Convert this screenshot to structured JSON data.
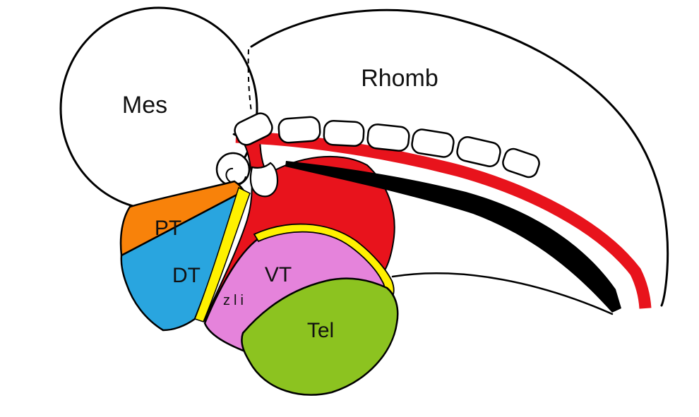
{
  "diagram": {
    "background_color": "#ffffff",
    "outline_color": "#000000",
    "regions": [
      {
        "id": "mes",
        "label": "Mes",
        "fill": "#ffffff"
      },
      {
        "id": "rhomb",
        "label": "Rhomb",
        "fill": "#ffffff"
      },
      {
        "id": "pt",
        "label": "PT",
        "fill": "#F8820A"
      },
      {
        "id": "dt",
        "label": "DT",
        "fill": "#29A5DF"
      },
      {
        "id": "vt",
        "label": "VT",
        "fill": "#E583DB"
      },
      {
        "id": "tel",
        "label": "Tel",
        "fill": "#8CC320"
      },
      {
        "id": "zli",
        "label": "zli",
        "fill": "#FFF100"
      }
    ],
    "bands": {
      "roof_band_color": "#E8131C",
      "basal_band_color": "#000000",
      "rhombomere_fill": "#ffffff",
      "rhombomere_count": "7"
    }
  }
}
